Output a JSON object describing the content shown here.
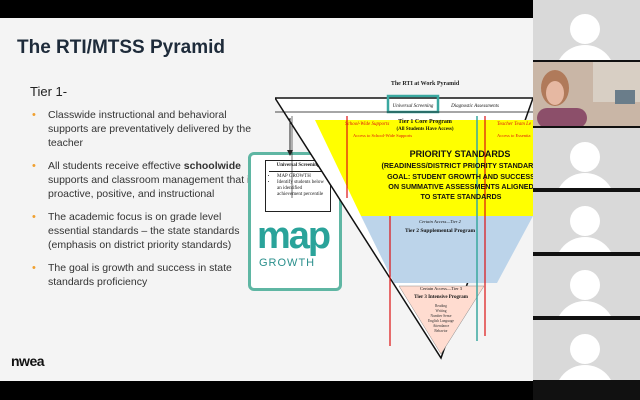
{
  "slide": {
    "title": "The RTI/MTSS Pyramid",
    "tier_heading": "Tier 1-",
    "bullets": [
      {
        "before": "Classwide instructional and behavioral supports are preventatively delivered by the teacher",
        "bold": "",
        "after": ""
      },
      {
        "before": "All students receive effective ",
        "bold": "schoolwide",
        "after": " supports and classroom management that is proactive, positive, and instructional"
      },
      {
        "before": "The academic focus is on grade level essential standards – the state standards (emphasis on district priority standards)",
        "bold": "",
        "after": ""
      },
      {
        "before": "The goal is growth and success in state standards proficiency",
        "bold": "",
        "after": ""
      }
    ],
    "brand": "nwea",
    "bullet_color": "#f0a030",
    "accent_teal": "#5fb6a3"
  },
  "callout": {
    "box_title": "Universal Screening",
    "box_items": [
      "MAP GROWTH",
      "Identify students below an identified achievement percentile"
    ],
    "logo_text": "map",
    "logo_sub": "GROWTH"
  },
  "pyramid": {
    "header": "The RTI at Work Pyramid",
    "universal_screening": "Universal Screening",
    "diagnostic_assessments": "Diagnostic Assessments",
    "school_wide_supports": "School-Wide Supports",
    "teacher_team_label": "Teacher Team Le",
    "access_school_wide": "Access to School-Wide Supports",
    "access_essentials": "Access to Essentia",
    "tier1_title": "Tier 1 Core Program",
    "tier1_sub": "(All Students Have Access)",
    "priority_title": "PRIORITY STANDARDS",
    "priority_sub": "(READINESS/DISTRICT PRIORITY STANDARD",
    "goal_lines": [
      "GOAL: STUDENT GROWTH AND SUCCESS",
      "ON SUMMATIVE ASSESSMENTS ALIGNED",
      "TO STATE STANDARDS"
    ],
    "tier2_access": "Certain Access—Tier 2",
    "tier2_title": "Tier 2 Supplemental Program",
    "tier3_access": "Certain Access—Tier 3",
    "tier3_title": "Tier 3 Intensive Program",
    "tier3_items": [
      "Reading",
      "Writing",
      "Number Sense",
      "English Language",
      "Attendance",
      "Behavior"
    ],
    "colors": {
      "tier1": "#ffff00",
      "tier2": "#bcd4ea",
      "tier3": "#ffdcd0",
      "red": "#d11",
      "teal": "#3aa8a0"
    }
  },
  "participants": [
    {
      "type": "avatar"
    },
    {
      "type": "video"
    },
    {
      "type": "avatar"
    },
    {
      "type": "avatar"
    },
    {
      "type": "avatar"
    },
    {
      "type": "avatar"
    }
  ]
}
